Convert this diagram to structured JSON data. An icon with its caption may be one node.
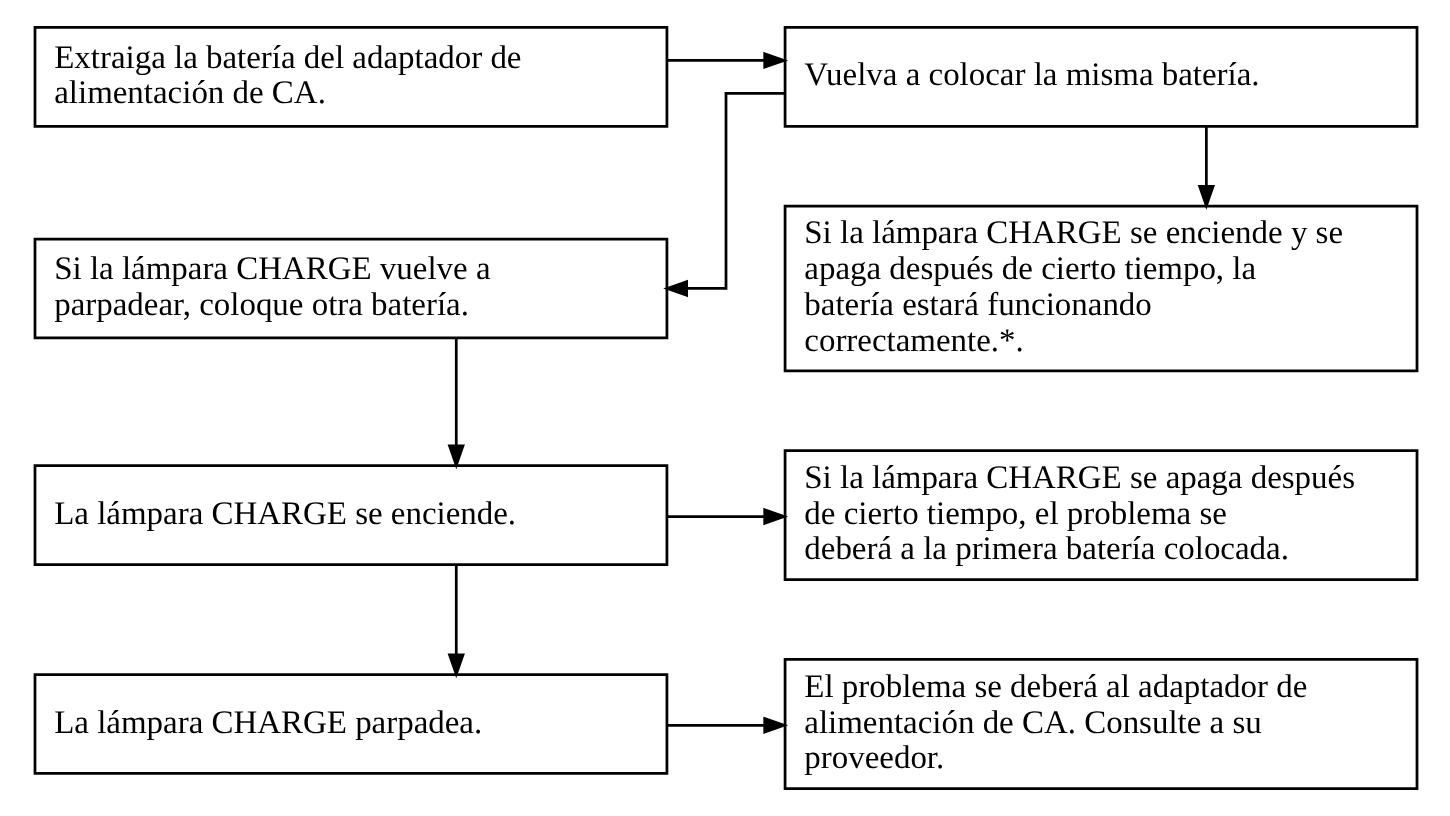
{
  "diagram": {
    "nodes": [
      {
        "text": [
          "Extraiga la batería del adaptador de alimentación de CA."
        ]
      },
      {
        "text": [
          "Vuelva a colocar la misma batería."
        ]
      },
      {
        "text": [
          "Si la lámpara CHARGE vuelve a parpadear, coloque otra batería."
        ]
      },
      {
        "text": [
          "Si la lámpara CHARGE se enciende y se apaga después de cierto tiempo, la batería estará funcionando correctamente.*."
        ]
      },
      {
        "text": [
          "La lámpara CHARGE se enciende."
        ]
      },
      {
        "text": [
          "Si la lámpara CHARGE se apaga después de cierto tiempo, el problema se deberá a la primera batería colocada."
        ]
      },
      {
        "text": [
          "La lámpara CHARGE parpadea."
        ]
      },
      {
        "text": [
          "El problema se deberá al adaptador de alimentación de CA. Consulte a su proveedor."
        ]
      }
    ],
    "edges": [
      {
        "from": 0,
        "to": 1,
        "arrow": "to"
      },
      {
        "from": 1,
        "to": 2,
        "arrow": "to"
      },
      {
        "from": 1,
        "to": 3,
        "arrow": "to"
      },
      {
        "from": 2,
        "to": 4,
        "arrow": "to"
      },
      {
        "from": 4,
        "to": 5,
        "arrow": "to"
      },
      {
        "from": 4,
        "to": 6,
        "arrow": "to"
      },
      {
        "from": 6,
        "to": 7,
        "arrow": "to"
      }
    ]
  }
}
